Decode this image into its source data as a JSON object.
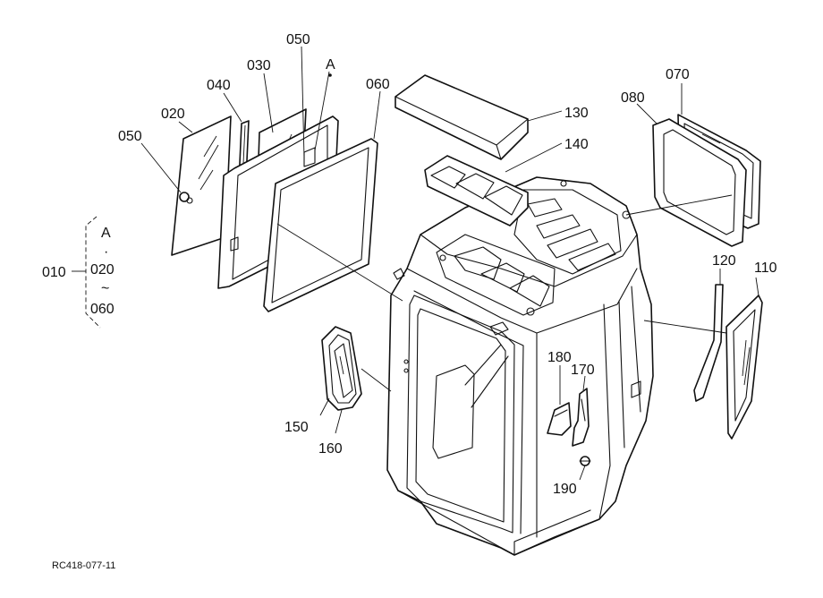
{
  "callouts": {
    "p010": "010",
    "p020": "020",
    "p030": "030",
    "p040": "040",
    "p050_top": "050",
    "p050_left": "050",
    "p060": "060",
    "p070": "070",
    "p080": "080",
    "p110": "110",
    "p120": "120",
    "p130": "130",
    "p140": "140",
    "p150": "150",
    "p160": "160",
    "p170": "170",
    "p180": "180",
    "p190": "190",
    "ref_A": "A"
  },
  "group_bracket": {
    "ref": "A",
    "dot": "·",
    "from": "020",
    "tilde": "~",
    "to": "060"
  },
  "drawing_id": "RC418-077-11"
}
